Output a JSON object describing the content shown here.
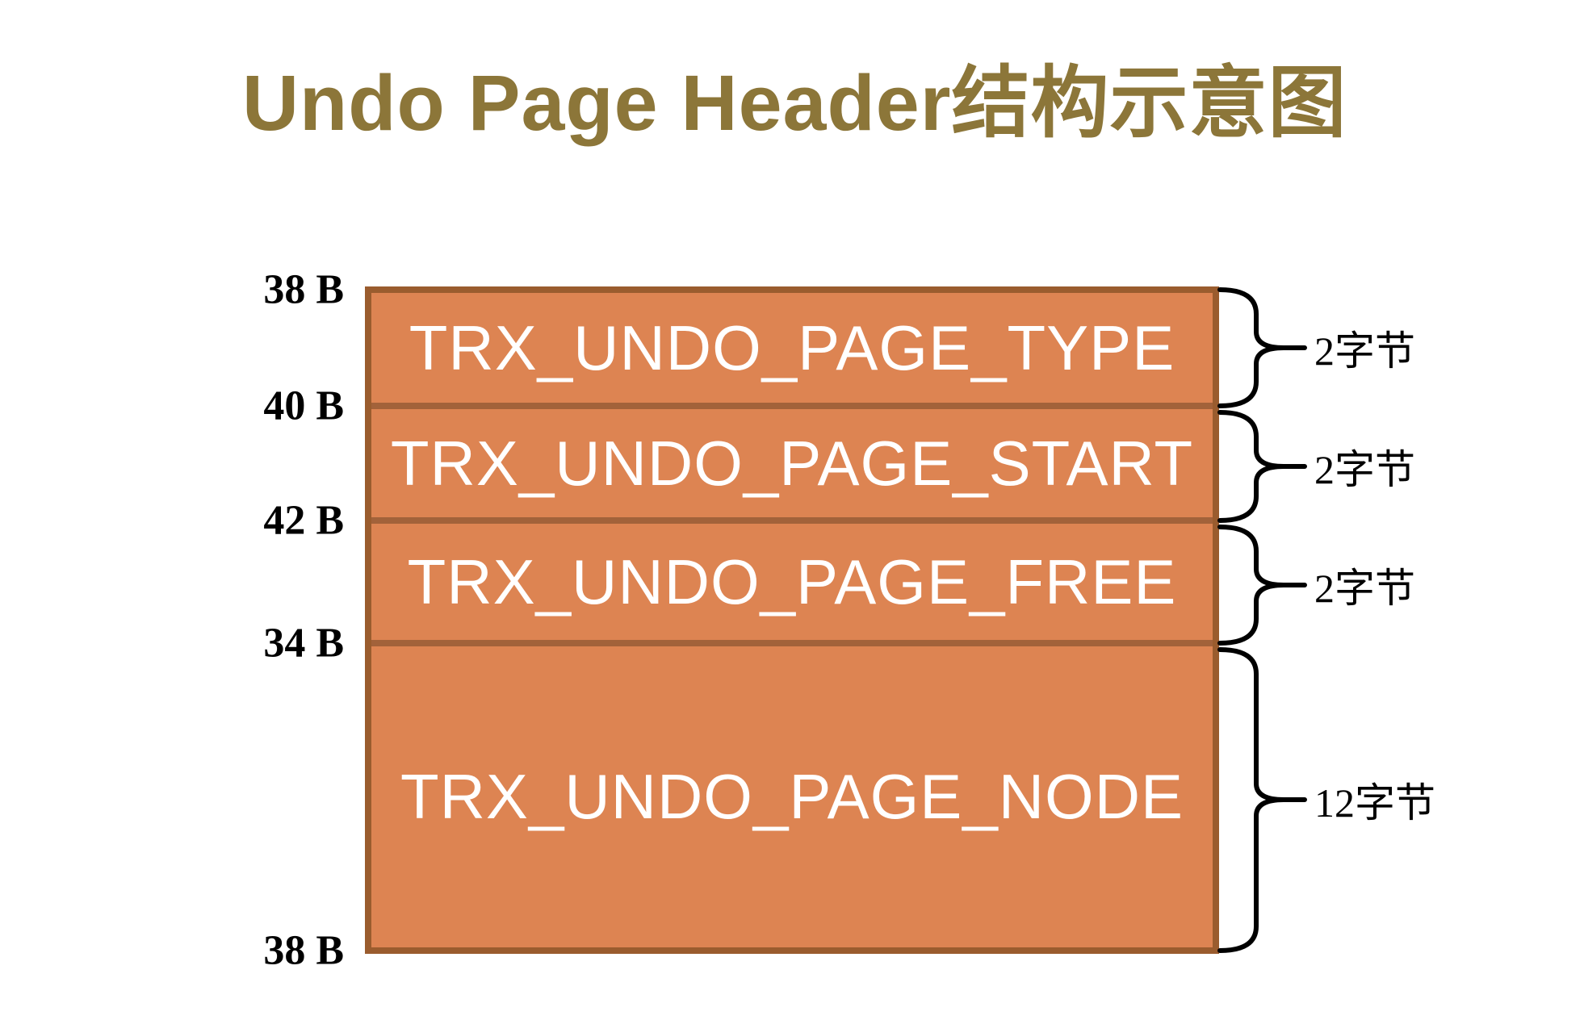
{
  "title": "Undo Page Header结构示意图",
  "colors": {
    "title_gold": "#8C7639",
    "box_fill": "#dd8452",
    "box_border": "#9a5c2e",
    "row_text": "#ffffff",
    "annotation_text": "#000000"
  },
  "diagram": {
    "rows": [
      {
        "name": "TRX_UNDO_PAGE_TYPE",
        "size_label": "2字节"
      },
      {
        "name": "TRX_UNDO_PAGE_START",
        "size_label": "2字节"
      },
      {
        "name": "TRX_UNDO_PAGE_FREE",
        "size_label": "2字节"
      },
      {
        "name": "TRX_UNDO_PAGE_NODE",
        "size_label": "12字节"
      }
    ],
    "byte_offsets": [
      "38 B",
      "40 B",
      "42 B",
      "34 B",
      "38 B"
    ]
  }
}
